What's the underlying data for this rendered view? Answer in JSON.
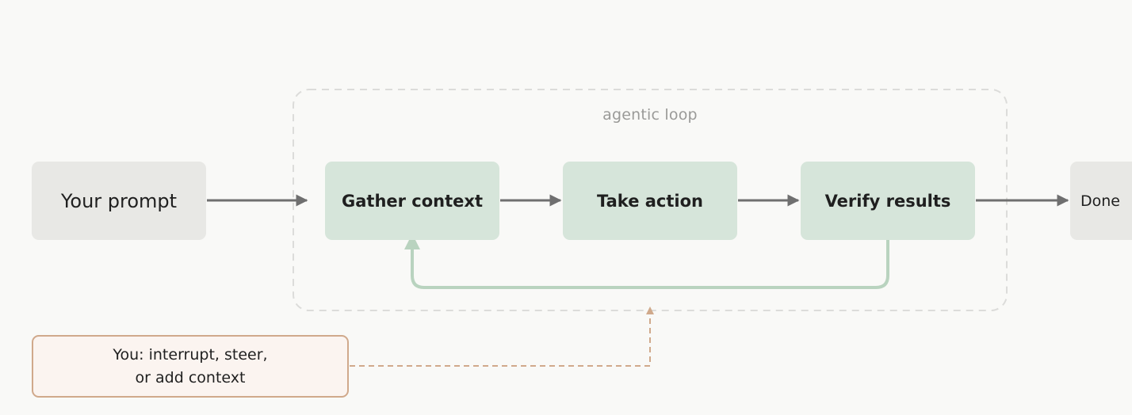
{
  "diagram": {
    "loop_label": "agentic loop",
    "nodes": {
      "prompt": "Your prompt",
      "gather": "Gather context",
      "action": "Take action",
      "verify": "Verify results",
      "done": "Done"
    },
    "user": {
      "line1": "You: interrupt, steer,",
      "line2": "or add context"
    },
    "colors": {
      "step_fill": "#d6e5da",
      "terminal_fill": "#e8e8e5",
      "loop_arrow": "#b9d3bf",
      "flow_arrow": "#6f6f6f",
      "user_accent": "#d0a98b",
      "loop_border": "#dcdcda"
    }
  }
}
